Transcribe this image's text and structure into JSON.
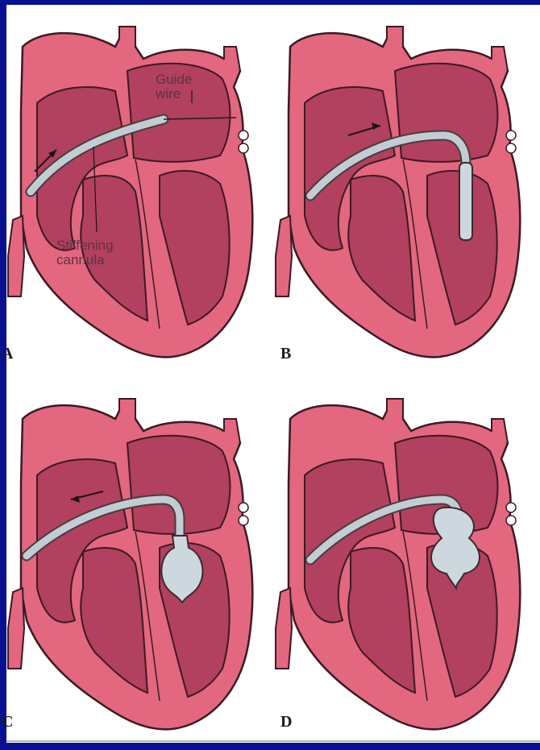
{
  "panels": [
    {
      "letter": "A",
      "labels": {
        "guide": "Guide\nwire",
        "cannula": "Stiffening\ncannula"
      }
    },
    {
      "letter": "B"
    },
    {
      "letter": "C"
    },
    {
      "letter": "D"
    }
  ],
  "colors": {
    "background": "#07118f",
    "heart_wall": "#e3677f",
    "chamber": "#b2405f",
    "outline": "#3b1a24",
    "catheter": "#c2cdd3",
    "balloon": "#cdd8de"
  }
}
